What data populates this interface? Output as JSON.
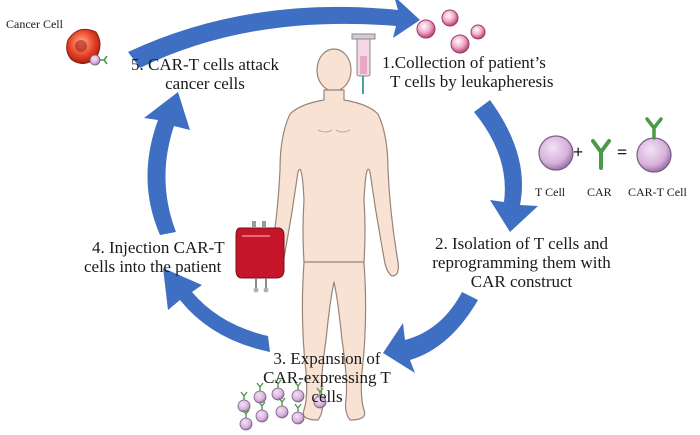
{
  "diagram": {
    "steps": {
      "s1": {
        "line1": "1.Collection of patient’s",
        "line2": "T cells by leukapheresis"
      },
      "s2": {
        "line1": "2. Isolation of T cells and",
        "line2": "reprogramming them with",
        "line3": "CAR construct"
      },
      "s3": {
        "line1": "3. Expansion of",
        "line2": "CAR-expressing T",
        "line3": "cells"
      },
      "s4": {
        "line1": "4. Injection CAR-T",
        "line2": "cells into the patient"
      },
      "s5": {
        "line1": "5. CAR-T cells attack",
        "line2": "cancer cells"
      }
    },
    "cancer_cell_label": "Cancer Cell",
    "equation": {
      "plus": "+",
      "equals": "=",
      "t_cell_label": "T Cell",
      "car_label": "CAR",
      "cart_cell_label": "CAR-T Cell"
    },
    "colors": {
      "arrow": "#3e6fc3",
      "t_cell": "#d7b1db",
      "car": "#4a9a4a",
      "cancer_cell": "#e8462a",
      "blood_bag": "#c4152b",
      "body": "#f8e2d3"
    }
  }
}
